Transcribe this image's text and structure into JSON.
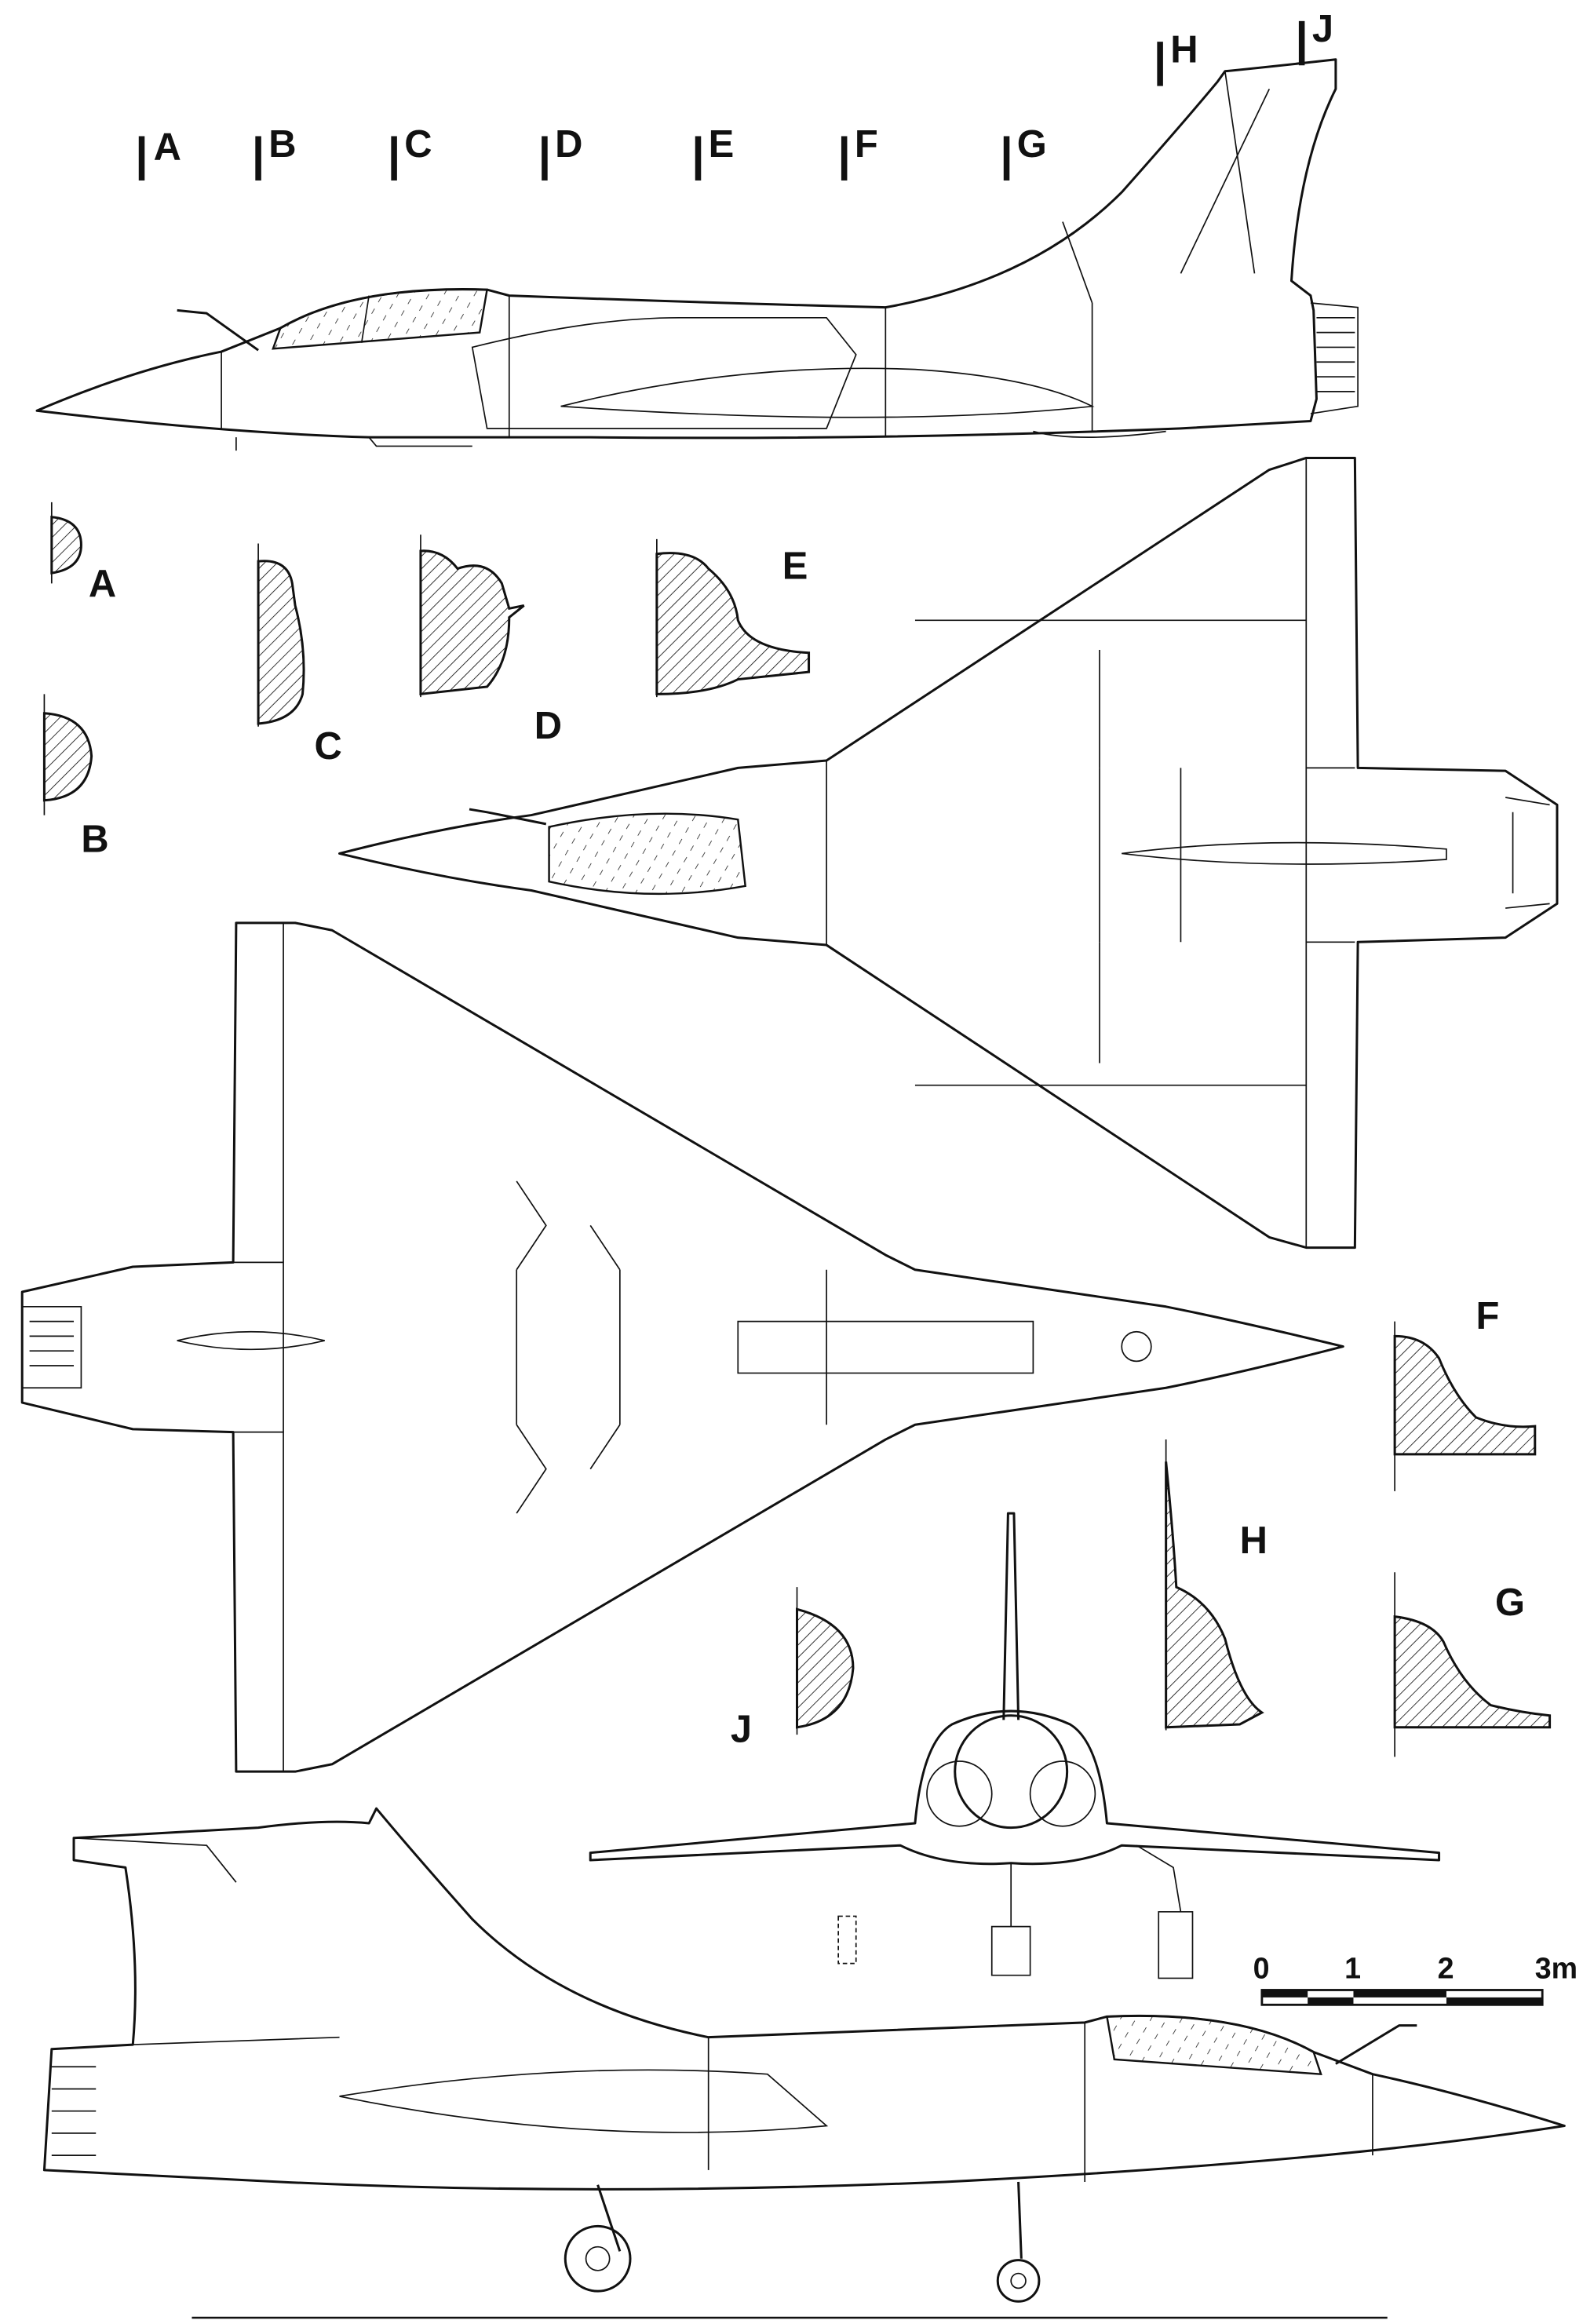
{
  "station_markers": [
    "A",
    "B",
    "C",
    "D",
    "E",
    "F",
    "G",
    "H",
    "J"
  ],
  "section_labels": {
    "A": "A",
    "B": "B",
    "C": "C",
    "D": "D",
    "E": "E",
    "F": "F",
    "G": "G",
    "H": "H",
    "J": "J"
  },
  "scale_bar": {
    "ticks": [
      "0",
      "1",
      "2",
      "3m"
    ],
    "units": "m"
  },
  "colors": {
    "ink": "#111111",
    "paper": "#ffffff"
  }
}
